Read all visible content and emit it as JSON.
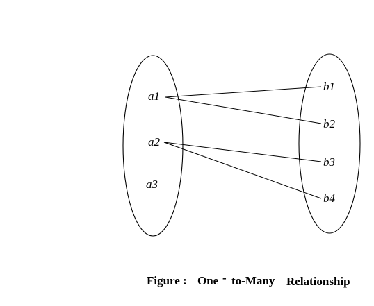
{
  "figure": {
    "title": "One-to-Many Relationship",
    "caption": {
      "prefix": "Figure :",
      "one": "One",
      "dash": "-",
      "to_many": "to-Many",
      "relationship": "Relationship"
    }
  },
  "sets": {
    "left": {
      "elements": [
        "a1",
        "a2",
        "a3"
      ]
    },
    "right": {
      "elements": [
        "b1",
        "b2",
        "b3",
        "b4"
      ]
    }
  },
  "mappings": [
    {
      "from": "a1",
      "to": "b1"
    },
    {
      "from": "a1",
      "to": "b2"
    },
    {
      "from": "a2",
      "to": "b3"
    },
    {
      "from": "a2",
      "to": "b4"
    }
  ],
  "colors": {
    "stroke": "#000000",
    "background": "#ffffff"
  }
}
